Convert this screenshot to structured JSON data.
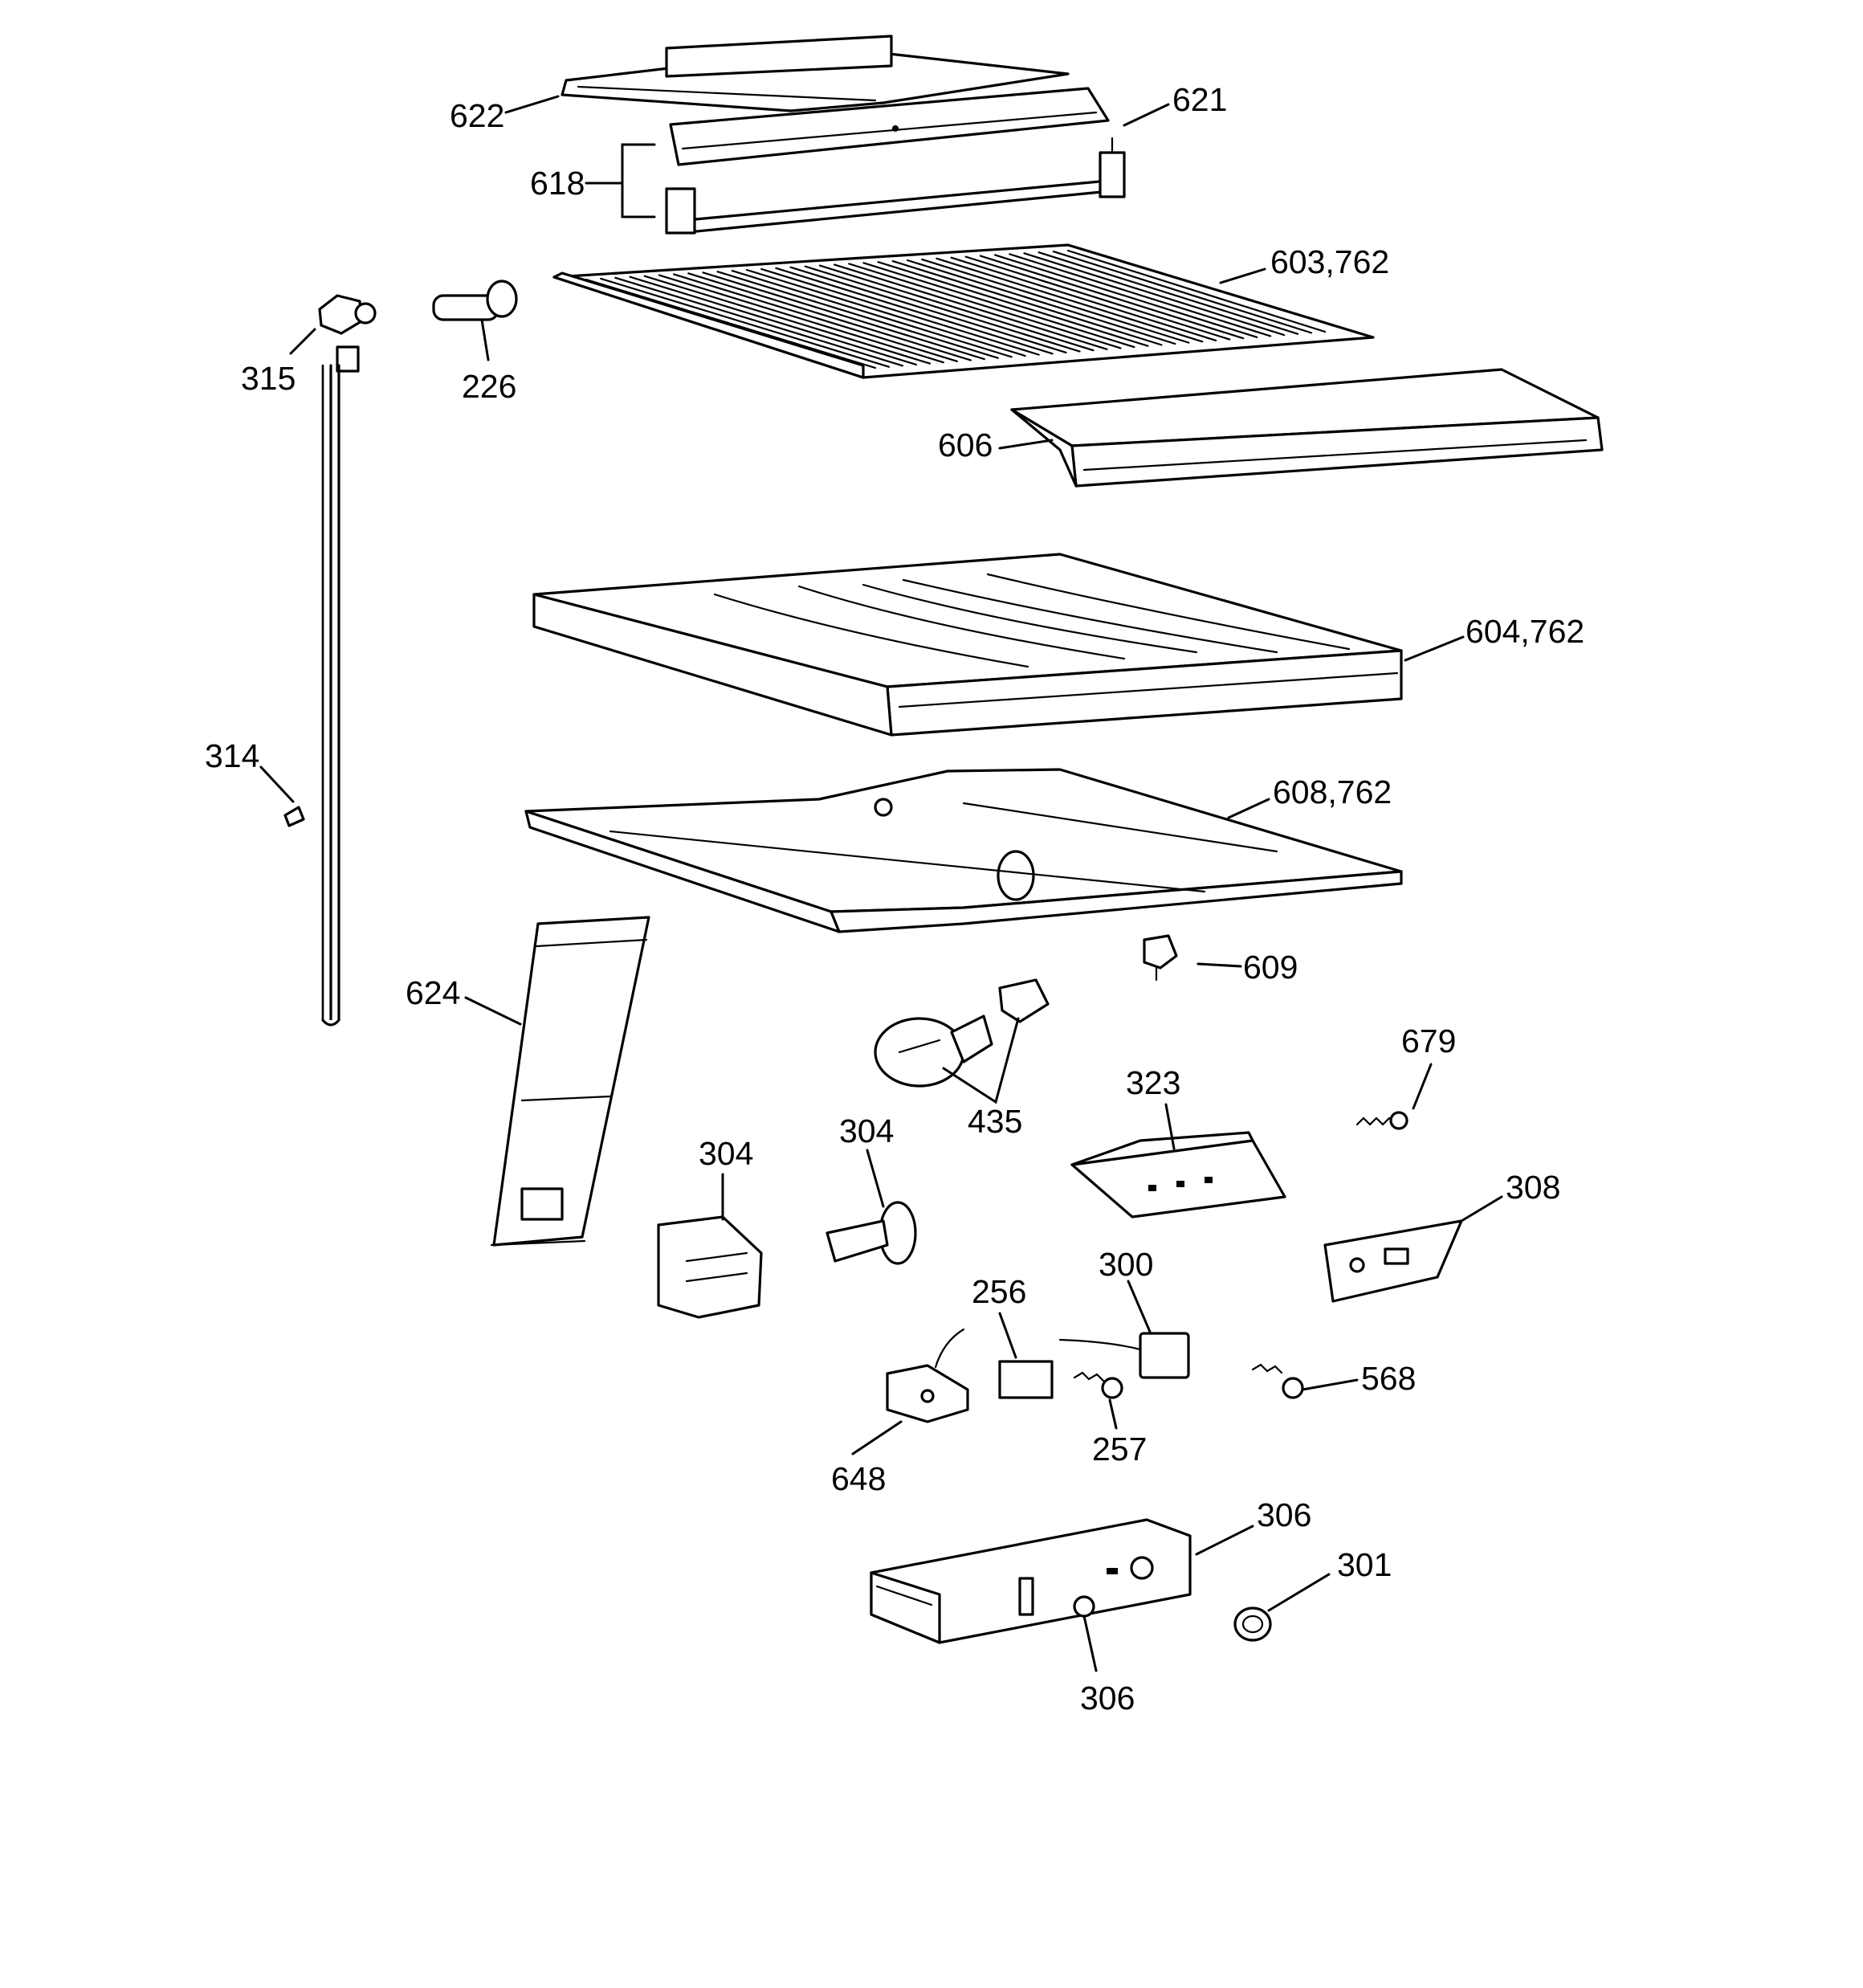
{
  "diagram": {
    "callouts": [
      {
        "id": "c622",
        "label": "622"
      },
      {
        "id": "c621",
        "label": "621"
      },
      {
        "id": "c618",
        "label": "618"
      },
      {
        "id": "c603",
        "label": "603,762"
      },
      {
        "id": "c315",
        "label": "315"
      },
      {
        "id": "c226",
        "label": "226"
      },
      {
        "id": "c606",
        "label": "606"
      },
      {
        "id": "c604",
        "label": "604,762"
      },
      {
        "id": "c314",
        "label": "314"
      },
      {
        "id": "c608",
        "label": "608,762"
      },
      {
        "id": "c609",
        "label": "609"
      },
      {
        "id": "c624",
        "label": "624"
      },
      {
        "id": "c679",
        "label": "679"
      },
      {
        "id": "c323",
        "label": "323"
      },
      {
        "id": "c435",
        "label": "435"
      },
      {
        "id": "c304a",
        "label": "304"
      },
      {
        "id": "c304b",
        "label": "304"
      },
      {
        "id": "c308",
        "label": "308"
      },
      {
        "id": "c256",
        "label": "256"
      },
      {
        "id": "c300",
        "label": "300"
      },
      {
        "id": "c568",
        "label": "568"
      },
      {
        "id": "c257",
        "label": "257"
      },
      {
        "id": "c648",
        "label": "648"
      },
      {
        "id": "c306a",
        "label": "306"
      },
      {
        "id": "c301",
        "label": "301"
      },
      {
        "id": "c306b",
        "label": "306"
      }
    ]
  }
}
